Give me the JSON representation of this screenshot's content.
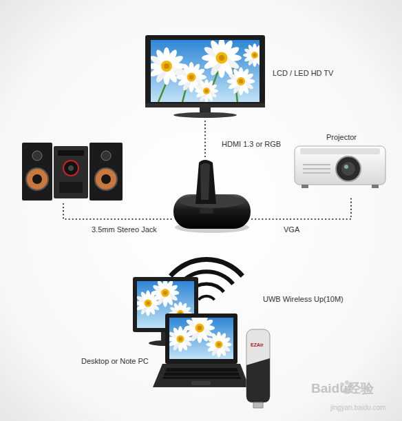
{
  "diagram": {
    "labels": [
      "LCD / LED HD TV",
      "Projector",
      "HDMI 1.3 or RGB",
      "3.5mm Stereo Jack",
      "VGA",
      "UWB Wireless Up(10M)",
      "EZAir",
      "Desktop or Note PC",
      "Baidu经验",
      "jingyan.baidu.com"
    ]
  }
}
